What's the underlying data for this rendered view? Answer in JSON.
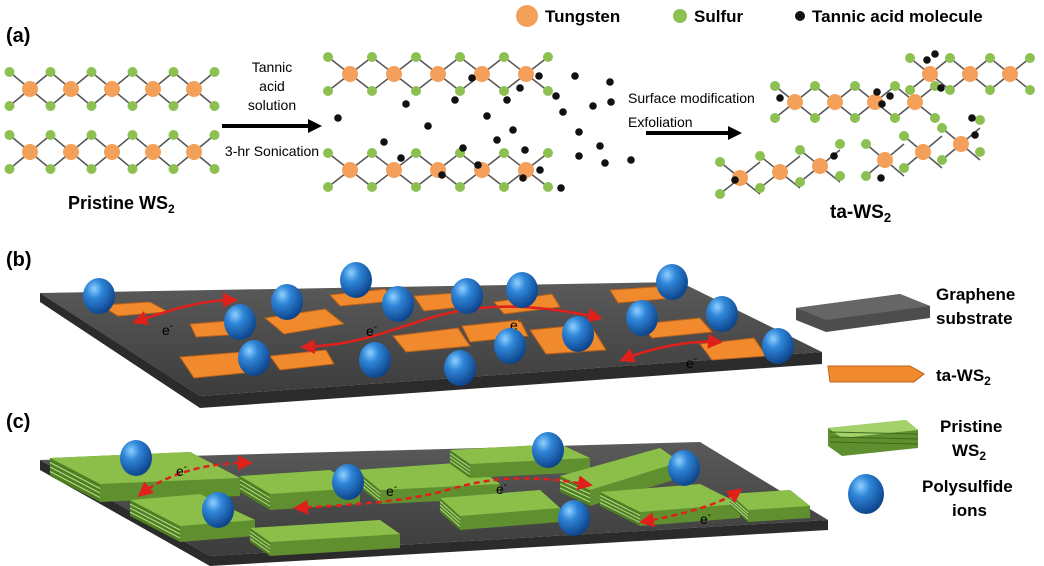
{
  "panels": {
    "a": {
      "letter": "(a)"
    },
    "b": {
      "letter": "(b)"
    },
    "c": {
      "letter": "(c)"
    }
  },
  "legend_top": {
    "tungsten": "Tungsten",
    "sulfur": "Sulfur",
    "tannic": "Tannic acid molecule"
  },
  "process": {
    "step1_line1": "Tannic",
    "step1_line2": "acid",
    "step1_line3": "solution",
    "step1_line4": "3-hr Sonication",
    "step2_line1": "Surface modification",
    "step2_line2": "Exfoliation",
    "pristine_main": "Pristine WS",
    "pristine_sub": "2",
    "ta_main": "ta-WS",
    "ta_sub": "2"
  },
  "side_legend": {
    "graphene_line1": "Graphene",
    "graphene_line2": "substrate",
    "ta_main": "ta-WS",
    "ta_sub": "2",
    "pristine_line1": "Pristine",
    "pristine_main": "WS",
    "pristine_sub": "2",
    "poly_line1": "Polysulfide",
    "poly_line2": "ions"
  },
  "electron": {
    "symbol": "e",
    "sup": "-"
  },
  "colors": {
    "tungsten": "#f4a05a",
    "sulfur": "#8cc152",
    "tannic": "#111111",
    "graphene": "#4a4a4a",
    "ta_ws2": "#f08a2c",
    "pristine_ws2": "#8bbf4a",
    "polysulfide": "#1f6fc4",
    "electron_path": "#e0201b"
  }
}
